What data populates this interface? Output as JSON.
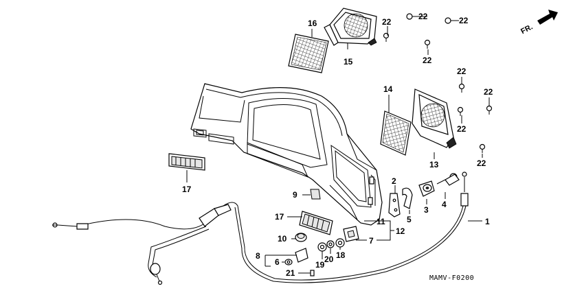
{
  "diagram": {
    "code": "MAMV-F0200",
    "direction_label": "FR.",
    "parts": {
      "p1": "1",
      "p2": "2",
      "p3": "3",
      "p4": "4",
      "p5": "5",
      "p6": "6",
      "p7": "7",
      "p8": "8",
      "p9": "9",
      "p10": "10",
      "p11": "11",
      "p12": "12",
      "p13": "13",
      "p14": "14",
      "p15": "15",
      "p16": "16",
      "p17": "17",
      "p18": "18",
      "p19": "19",
      "p20": "20",
      "p21": "21",
      "p22": "22"
    }
  }
}
